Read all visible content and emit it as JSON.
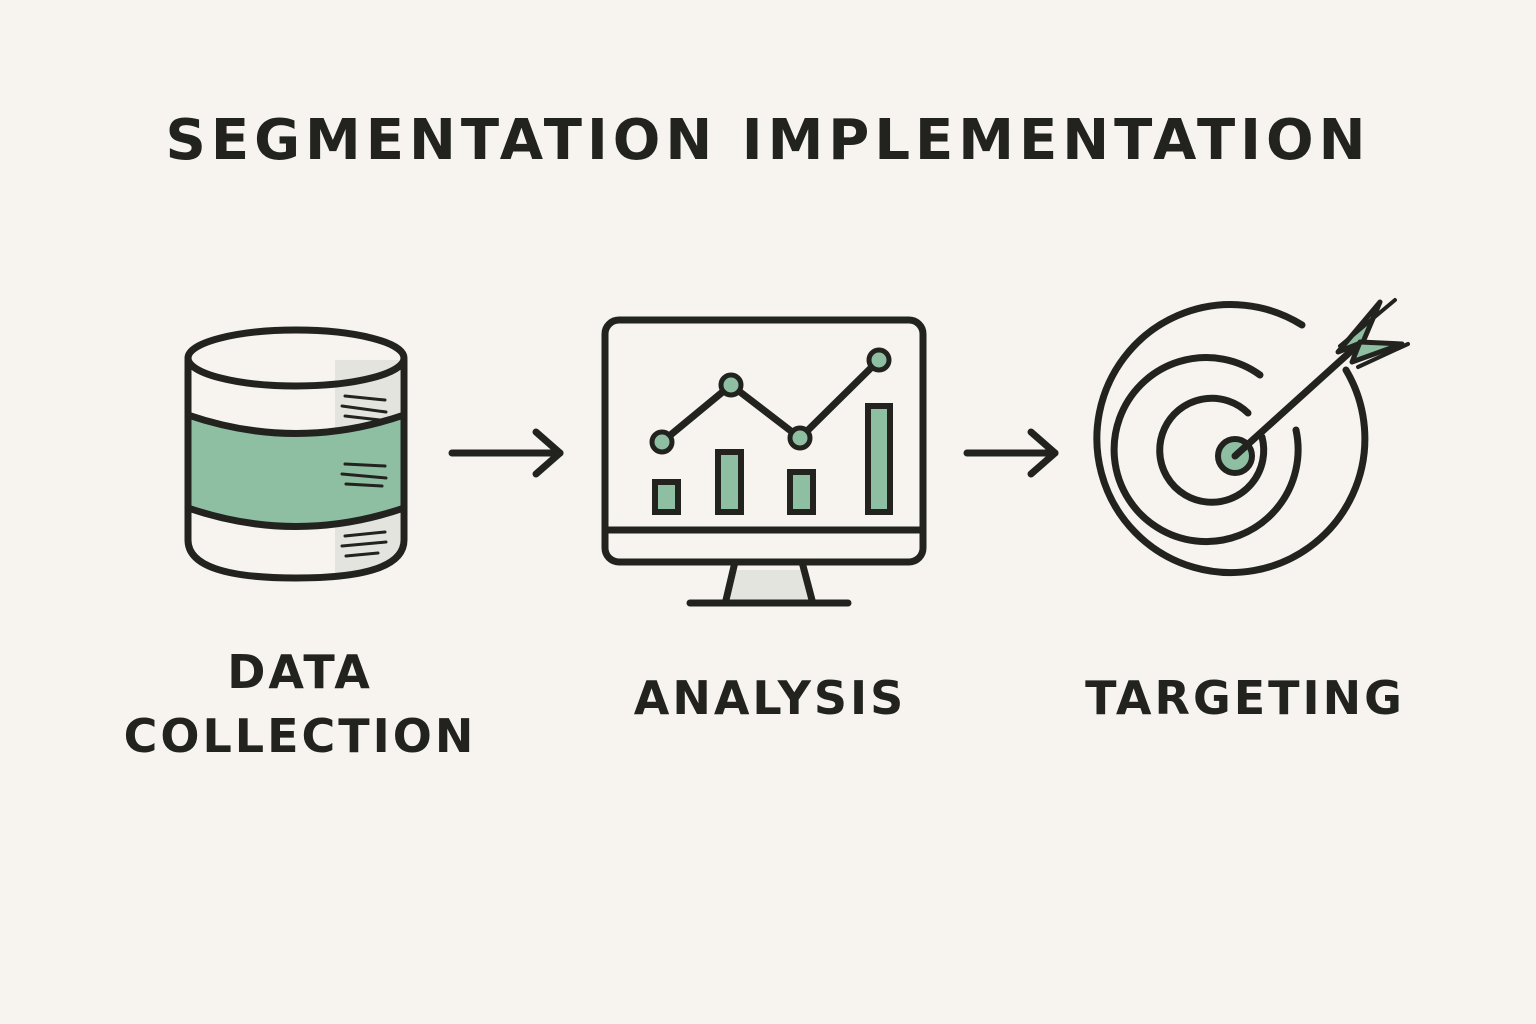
{
  "title": "SEGMENTATION IMPLEMENTATION",
  "stages": [
    {
      "line1": "DATA",
      "line2": "COLLECTION",
      "icon": "database-icon"
    },
    {
      "line1": "ANALYSIS",
      "icon": "monitor-chart-icon"
    },
    {
      "line1": "TARGETING",
      "icon": "target-icon"
    }
  ],
  "colors": {
    "ink": "#22231f",
    "accent_green": "#8fbfa3",
    "paper": "#f7f4ef",
    "shadow": "#e4e4df"
  }
}
